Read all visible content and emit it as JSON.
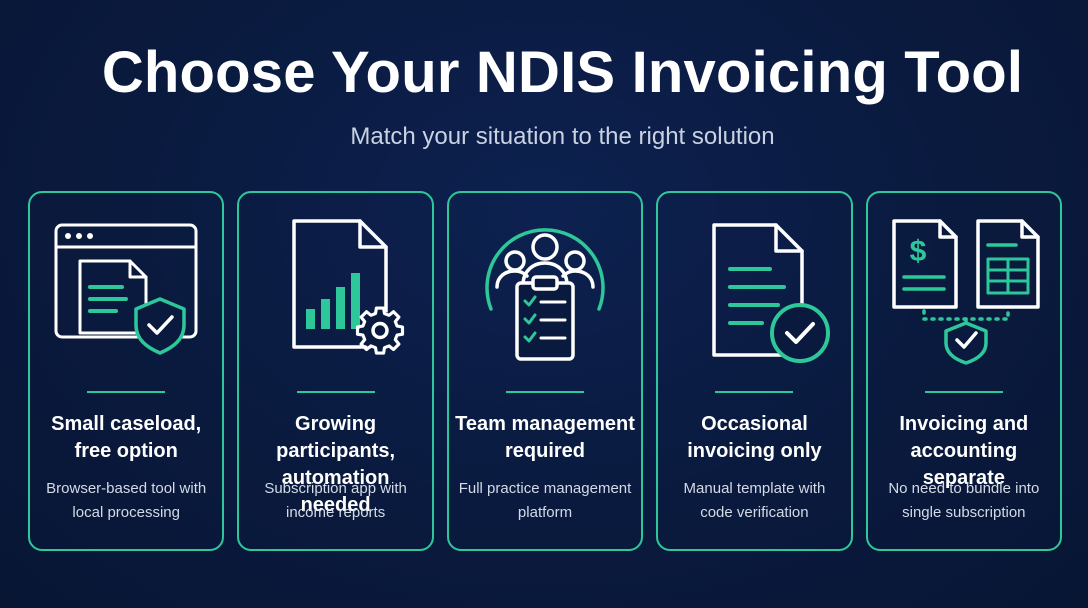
{
  "header": {
    "title": "Choose Your NDIS Invoicing Tool",
    "subtitle": "Match your situation to the right solution"
  },
  "colors": {
    "accent": "#2ec79a",
    "background": "#0a1a3e",
    "icon_stroke": "#ffffff"
  },
  "cards": [
    {
      "icon": "browser-document-shield-icon",
      "title_line1": "Small caseload,",
      "title_line2": "free option",
      "desc_line1": "Browser-based tool with",
      "desc_line2": "local processing"
    },
    {
      "icon": "document-chart-gear-icon",
      "title_line1": "Growing participants,",
      "title_line2": "automation needed",
      "desc_line1": "Subscription app with",
      "desc_line2": "income reports"
    },
    {
      "icon": "team-clipboard-icon",
      "title_line1": "Team management",
      "title_line2": "required",
      "desc_line1": "Full practice management",
      "desc_line2": "platform"
    },
    {
      "icon": "document-checkmark-icon",
      "title_line1": "Occasional",
      "title_line2": "invoicing only",
      "desc_line1": "Manual template with",
      "desc_line2": "code verification"
    },
    {
      "icon": "invoice-spreadsheet-shield-icon",
      "title_line1": "Invoicing and",
      "title_line2": "accounting separate",
      "desc_line1": "No need to bundle into",
      "desc_line2": "single subscription"
    }
  ]
}
